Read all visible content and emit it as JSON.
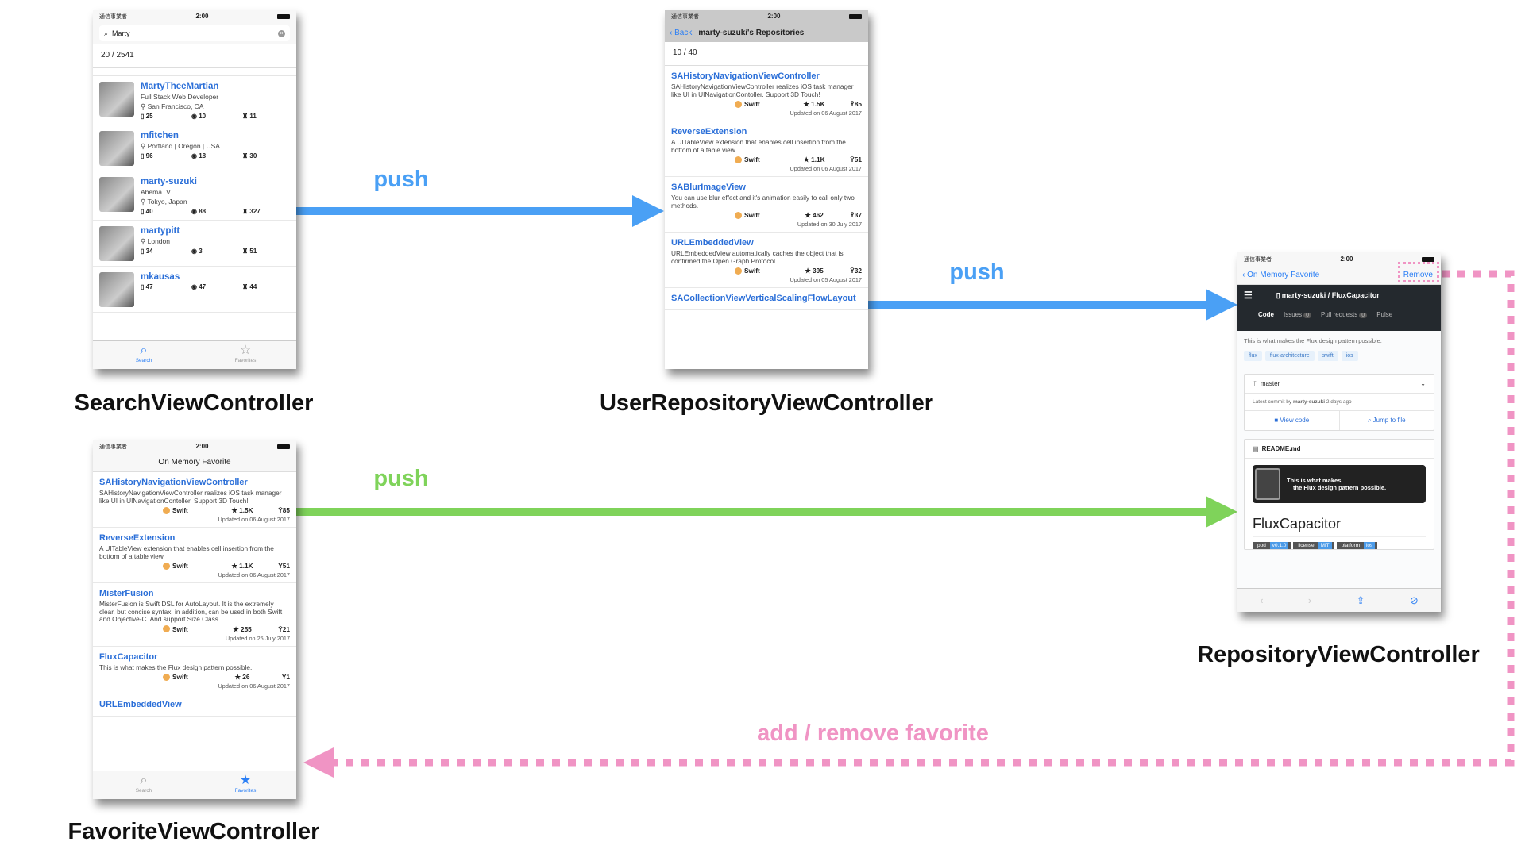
{
  "colors": {
    "push_blue": "#4aa0f5",
    "push_green": "#7fd35a",
    "favorite_pink": "#f094c4",
    "link_blue": "#2b6fd8"
  },
  "status": {
    "carrier": "通信事業者",
    "time": "2:00"
  },
  "labels": {
    "search": "SearchViewController",
    "user_repo": "UserRepositoryViewController",
    "repository": "RepositoryViewController",
    "favorite": "FavoriteViewController"
  },
  "arrows": {
    "push1": "push",
    "push2": "push",
    "push3": "push",
    "favorite": "add / remove favorite"
  },
  "search": {
    "query": "Marty",
    "count": "20 / 2541",
    "users": [
      {
        "name": "MartyTheeMartian",
        "bio": "Full Stack Web Developer",
        "location": "San Francisco, CA",
        "repos": "25",
        "watchers": "10",
        "followers": "11"
      },
      {
        "name": "mfitchen",
        "location": "Portland | Oregon | USA",
        "repos": "96",
        "watchers": "18",
        "followers": "30"
      },
      {
        "name": "marty-suzuki",
        "bio": "AbemaTV",
        "location": "Tokyo, Japan",
        "repos": "40",
        "watchers": "88",
        "followers": "327"
      },
      {
        "name": "martypitt",
        "location": "London",
        "repos": "34",
        "watchers": "3",
        "followers": "51"
      },
      {
        "name": "mkausas",
        "repos": "47",
        "watchers": "47",
        "followers": "44"
      }
    ]
  },
  "tabs": {
    "search": "Search",
    "favorites": "Favorites"
  },
  "user_repo": {
    "back": "Back",
    "title": "marty-suzuki's Repositories",
    "count": "10 / 40",
    "repos": [
      {
        "name": "SAHistoryNavigationViewController",
        "desc": "SAHistoryNavigationViewController realizes iOS task manager like UI in UINavigationContoller. Support 3D Touch!",
        "lang": "Swift",
        "stars": "1.5K",
        "forks": "85",
        "updated": "Updated on 06 August 2017"
      },
      {
        "name": "ReverseExtension",
        "desc": "A UITableView extension that enables cell insertion from the bottom of a table view.",
        "lang": "Swift",
        "stars": "1.1K",
        "forks": "51",
        "updated": "Updated on 06 August 2017"
      },
      {
        "name": "SABlurImageView",
        "desc": "You can use blur effect and it's animation easily to call only two methods.",
        "lang": "Swift",
        "stars": "462",
        "forks": "37",
        "updated": "Updated on 30 July 2017"
      },
      {
        "name": "URLEmbeddedView",
        "desc": "URLEmbeddedView automatically caches the object that is confirmed the Open Graph Protocol.",
        "lang": "Swift",
        "stars": "395",
        "forks": "32",
        "updated": "Updated on 05 August 2017"
      },
      {
        "name": "SACollectionViewVerticalScalingFlowLayout"
      }
    ]
  },
  "favorite": {
    "title": "On Memory Favorite",
    "repos": [
      {
        "name": "SAHistoryNavigationViewController",
        "desc": "SAHistoryNavigationViewController realizes iOS task manager like UI in UINavigationContoller. Support 3D Touch!",
        "lang": "Swift",
        "stars": "1.5K",
        "forks": "85",
        "updated": "Updated on 06 August 2017"
      },
      {
        "name": "ReverseExtension",
        "desc": "A UITableView extension that enables cell insertion from the bottom of a table view.",
        "lang": "Swift",
        "stars": "1.1K",
        "forks": "51",
        "updated": "Updated on 06 August 2017"
      },
      {
        "name": "MisterFusion",
        "desc": "MisterFusion is Swift DSL for AutoLayout. It is the extremely clear, but concise syntax, in addition, can be used in both Swift and Objective-C. And support Size Class.",
        "lang": "Swift",
        "stars": "255",
        "forks": "21",
        "updated": "Updated on 25 July 2017"
      },
      {
        "name": "FluxCapacitor",
        "desc": "This is what makes the Flux design pattern possible.",
        "lang": "Swift",
        "stars": "26",
        "forks": "1",
        "updated": "Updated on 06 August 2017"
      },
      {
        "name": "URLEmbeddedView"
      }
    ]
  },
  "repository": {
    "back": "On Memory Favorite",
    "remove": "Remove",
    "repo_title": "marty-suzuki / FluxCapacitor",
    "tabs": {
      "code": "Code",
      "issues": "Issues",
      "issues_count": "0",
      "pulls": "Pull requests",
      "pulls_count": "0",
      "pulse": "Pulse"
    },
    "description": "This is what makes the Flux design pattern possible.",
    "topics": [
      "flux",
      "flux-architecture",
      "swift",
      "ios"
    ],
    "branch": "master",
    "commit_prefix": "Latest commit by",
    "commit_author": "marty-suzuki",
    "commit_time": "2 days ago",
    "view_code": "View code",
    "jump_to_file": "Jump to file",
    "readme": "README.md",
    "banner_line1": "This is what makes",
    "banner_line2": "the Flux design pattern possible.",
    "heading": "FluxCapacitor",
    "badges": [
      {
        "k": "pod",
        "v": "v0.1.0"
      },
      {
        "k": "license",
        "v": "MIT"
      },
      {
        "k": "platform",
        "v": "ios"
      }
    ]
  }
}
